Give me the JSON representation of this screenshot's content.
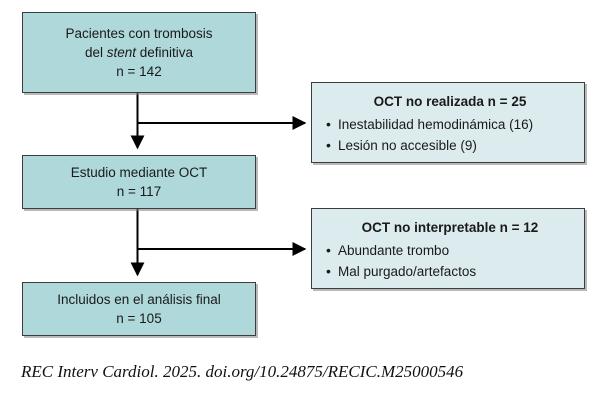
{
  "figure": {
    "type": "flowchart",
    "orientation": "vertical-with-side-branches",
    "colors": {
      "main_box_fill": "#aed8da",
      "side_box_fill": "#dbebee",
      "box_border": "#3c3c3c",
      "connector": "#000000",
      "text": "#1a1a1a",
      "background": "#ffffff"
    }
  },
  "main_nodes": [
    {
      "id": "pacientes",
      "line1": "Pacientes con trombosis",
      "line2_pre": "del ",
      "line2_em": "stent",
      "line2_post": " definitiva",
      "count_label": "n = 142",
      "n": 142
    },
    {
      "id": "estudio",
      "line1": "Estudio mediante OCT",
      "count_label": "n = 117",
      "n": 117
    },
    {
      "id": "incluidos",
      "line1": "Incluidos en el análisis final",
      "count_label": "n = 105",
      "n": 105
    }
  ],
  "side_nodes": [
    {
      "id": "no-realizada",
      "title": "OCT no realizada n = 25",
      "n": 25,
      "items": [
        "Inestabilidad hemodinámica (16)",
        "Lesión no accesible (9)"
      ]
    },
    {
      "id": "no-interpretable",
      "title": "OCT no interpretable n = 12",
      "n": 12,
      "items": [
        "Abundante trombo",
        "Mal purgado/artefactos"
      ]
    }
  ],
  "citation": "REC Interv Cardiol. 2025. doi.org/10.24875/RECIC.M25000546"
}
